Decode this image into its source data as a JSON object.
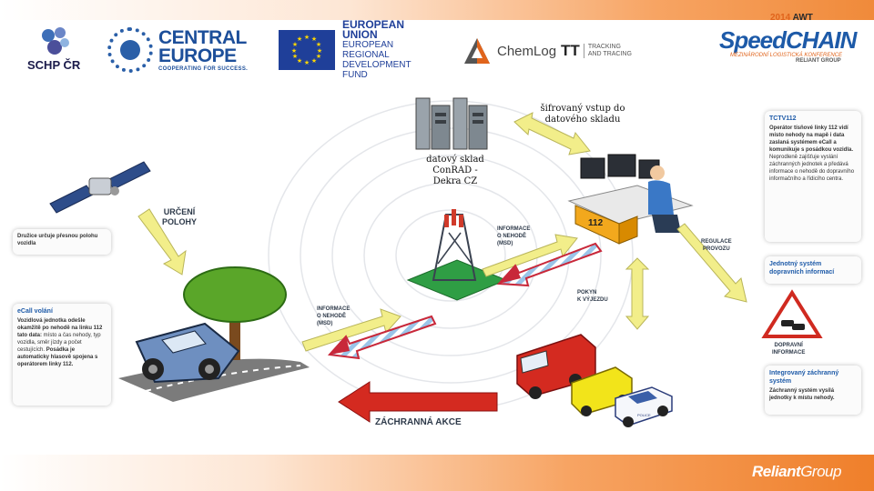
{
  "logos": {
    "schp": "SCHP ČR",
    "central_europe": {
      "line1": "CENTRAL",
      "line2": "EUROPE",
      "tagline": "COOPERATING FOR SUCCESS."
    },
    "eu": {
      "line1": "EUROPEAN UNION",
      "line2": "EUROPEAN REGIONAL",
      "line3": "DEVELOPMENT FUND"
    },
    "chemlog": {
      "name": "ChemLog",
      "tt": "TT",
      "sub1": "TRACKING",
      "sub2": "AND TRACING"
    },
    "awt": {
      "year": "2014",
      "brand": "AWT"
    },
    "speedchain": {
      "speed": "Speed",
      "chain": "CHAIN",
      "sub1": "MEZINÁRODNÍ LOGISTICKÁ KONFERENCE",
      "sub2": "RELIANT GROUP"
    },
    "reliant": {
      "reliant": "Reliant",
      "group": "Group"
    }
  },
  "labels": {
    "server_access": "šifrovaný vstup do datového skladu",
    "server_name_1": "datový sklad",
    "server_name_2": "ConRAD -",
    "server_name_3": "Dekra CZ",
    "positioning_1": "URČENÍ",
    "positioning_2": "POLOHY",
    "msd_left_1": "INFORMACE",
    "msd_left_2": "O NEHODĚ",
    "msd_left_3": "(MSD)",
    "msd_right_1": "INFORMACE",
    "msd_right_2": "O NEHODĚ",
    "msd_right_3": "(MSD)",
    "dispatch_1": "POKYN",
    "dispatch_2": "K VÝJEZDU",
    "traffic_reg_1": "REGULACE",
    "traffic_reg_2": "PROVOZU",
    "rescue": "ZÁCHRANNÁ AKCE",
    "traffic_info_1": "DOPRAVNÍ",
    "traffic_info_2": "INFORMACE",
    "desk_112": "112",
    "police": "POLICE"
  },
  "boxes": {
    "satellite": {
      "text": "Družice určuje přesnou polohu vozidla"
    },
    "ecall": {
      "title": "eCall volání",
      "body_bold": "Vozidlová jednotka odešle okamžitě po nehodě na linku 112 tato data:",
      "body": "místo a čas nehody, typ vozidla, směr jízdy a počet cestujících.",
      "body_bold2": "Posádka je automaticky hlasově spojena s operátorem linky 112."
    },
    "tctv": {
      "title": "TCTV112",
      "body_bold": "Operátor tísňové linky 112 vidí místo nehody na mapě i data zaslaná systémem eCall a komunikuje s posádkou vozidla.",
      "body": "Neprodleně zajišťuje vyslání záchranných jednotek a předává informace o nehodě do dopravního informačního a řídicího centra."
    },
    "traffic_system": {
      "title": "Jednotný systém dopravních informací"
    },
    "rescue_system": {
      "title": "Integrovaný záchranný systém",
      "body": "Záchranný systém vysílá jednotky k místu nehody."
    }
  },
  "colors": {
    "arrow_yellow": "#f2ee8a",
    "arrow_blue_red": "#c8283a",
    "rescue_red": "#d42a20",
    "brand_blue": "#1d5aa8",
    "accent_orange": "#f08a3a"
  }
}
